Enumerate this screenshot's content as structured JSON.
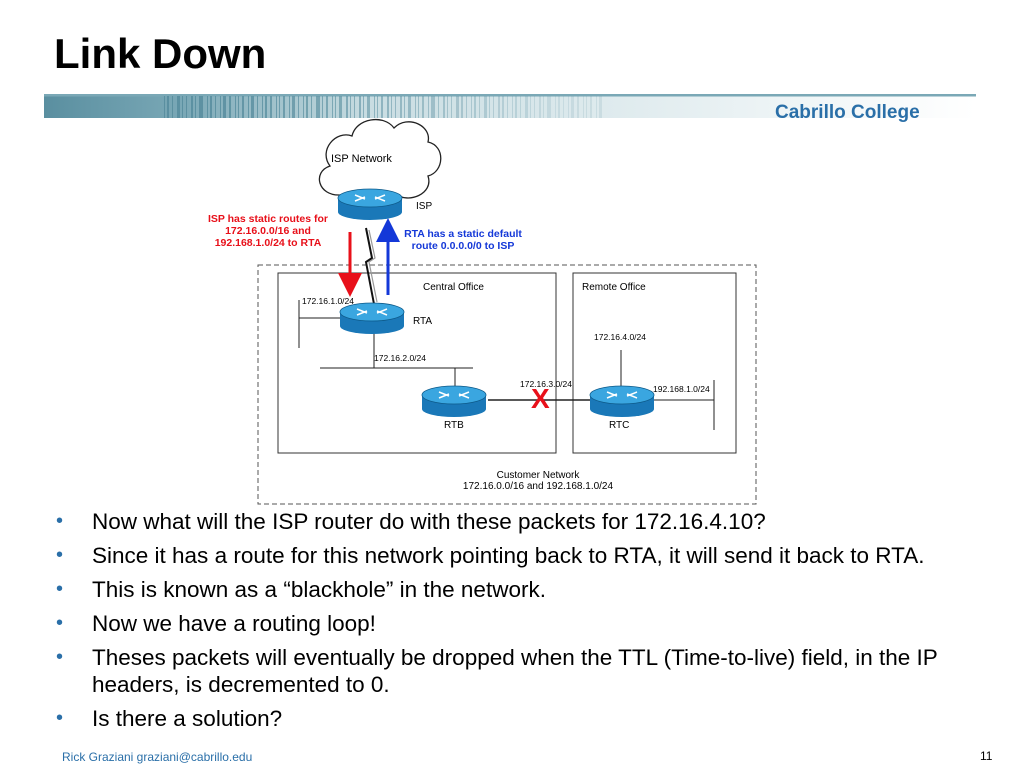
{
  "slide": {
    "title": "Link Down",
    "college": "Cabrillo College",
    "page_number": "11",
    "footer": "Rick Graziani  graziani@cabrillo.edu"
  },
  "diagram": {
    "isp_network": "ISP Network",
    "isp": "ISP",
    "isp_note_lines": [
      "ISP has static routes for",
      "172.16.0.0/16 and",
      "192.168.1.0/24 to RTA"
    ],
    "rta_note_lines": [
      "RTA has a static default",
      "route 0.0.0.0/0 to ISP"
    ],
    "central_office": "Central Office",
    "remote_office": "Remote Office",
    "rta": "RTA",
    "rtb": "RTB",
    "rtc": "RTC",
    "net_172_16_1": "172.16.1.0/24",
    "net_172_16_2": "172.16.2.0/24",
    "net_172_16_3": "172.16.3.0/24",
    "net_172_16_4": "172.16.4.0/24",
    "net_192_168_1": "192.168.1.0/24",
    "link_down_mark": "X",
    "customer_network_lines": [
      "Customer Network",
      "172.16.0.0/16 and 192.168.1.0/24"
    ],
    "colors": {
      "red_arrow": "#e8101a",
      "blue_arrow": "#1438d8",
      "router": "#1a86c8"
    }
  },
  "bullets": [
    "Now what will the ISP router do with these packets for 172.16.4.10?",
    "Since it has a route for this network pointing back to RTA, it will send it back to RTA.",
    "This is known as a “blackhole” in the network.",
    "Now we have a routing loop!",
    "Theses packets will eventually be dropped when the TTL (Time-to-live) field, in the IP headers, is decremented to 0.",
    "Is there a solution?"
  ]
}
